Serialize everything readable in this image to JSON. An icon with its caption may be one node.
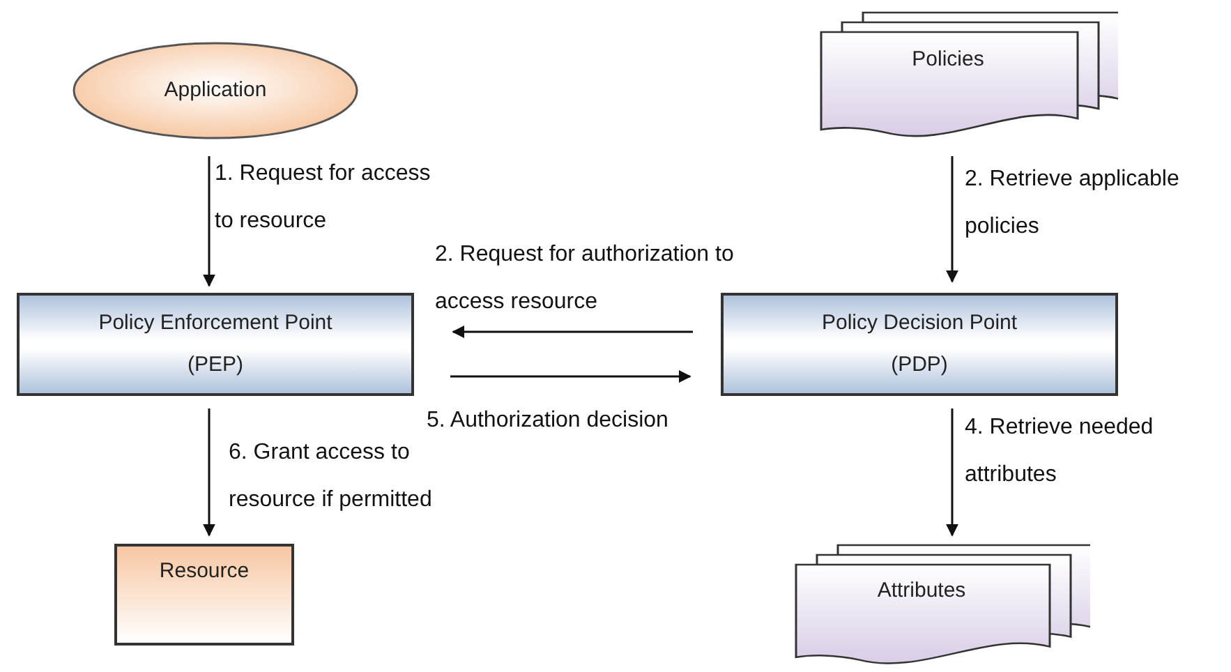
{
  "diagram": {
    "nodes": [
      {
        "text": [
          "Application"
        ]
      },
      {
        "text": [
          "Policies"
        ]
      },
      {
        "text": [
          "Policy Enforcement Point (PEP)"
        ]
      },
      {
        "text": [
          "Policy Decision Point (PDP)"
        ]
      },
      {
        "text": [
          "Resource"
        ]
      },
      {
        "text": [
          "Attributes"
        ]
      }
    ],
    "edges": [
      {
        "from": 0,
        "to": 2,
        "arrow": "to",
        "label": "1. Request for access to resource"
      },
      {
        "from": 1,
        "to": 3,
        "arrow": "to",
        "label": "2. Retrieve applicable policies"
      },
      {
        "from": 3,
        "to": 2,
        "arrow": "to",
        "label": "2. Request for authorization to access resource"
      },
      {
        "from": 2,
        "to": 3,
        "arrow": "to",
        "label": "5. Authorization decision"
      },
      {
        "from": 3,
        "to": 5,
        "arrow": "to",
        "label": "4. Retrieve needed attributes"
      },
      {
        "from": 2,
        "to": 4,
        "arrow": "to",
        "label": "6. Grant access to resource if permitted"
      }
    ]
  }
}
